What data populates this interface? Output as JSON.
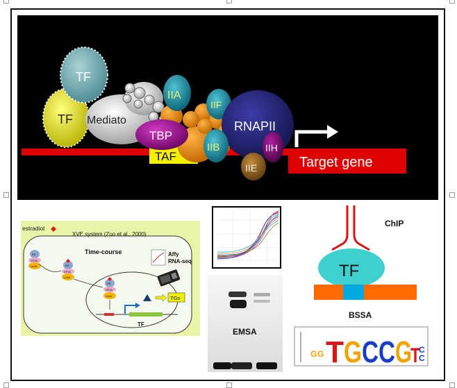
{
  "top": {
    "tf_upper": "TF",
    "tf_lower": "TF",
    "mediator": "Mediato",
    "iia": "IIA",
    "iif": "IIF",
    "tbp": "TBP",
    "taf": "TAF",
    "iib": "IIB",
    "rnapii": "RNAPII",
    "iih": "IIH",
    "iie": "IIE",
    "target_gene": "Target gene"
  },
  "xve": {
    "estradiol": "estradiol",
    "system": "XVE system (Zuo et al., 2000)",
    "time_course": "Time-course",
    "affy_line1": "Affy",
    "affy_line2": "RNA-seq",
    "tgs": "TGs",
    "tf": "TF",
    "er": "ER",
    "vp16": "VP16",
    "lexa": "LexA"
  },
  "emsa": {
    "label": "EMSA"
  },
  "chip": {
    "chip_label": "ChIP",
    "tf": "TF",
    "bssa_label": "BSSA"
  },
  "motif": {
    "letters": [
      "G",
      "G",
      "T",
      "G",
      "C",
      "C",
      "G",
      "T",
      "C",
      "C"
    ]
  },
  "colors": {
    "black": "#000000",
    "dna_red": "#dd0000",
    "tf_yellow": "#e8e800",
    "tf_teal": "#6aa7b0",
    "tbp_purple": "#9b0a8a",
    "iia_teal": "#1c8fa6",
    "rnapii_navy": "#1f1f72",
    "iie_brown": "#8a5a1c",
    "xve_green": "#e8f5a8",
    "chip_tf_cyan": "#3ed0cf",
    "bar_orange": "#ff6a00",
    "bar_blue": "#00a8e0"
  }
}
